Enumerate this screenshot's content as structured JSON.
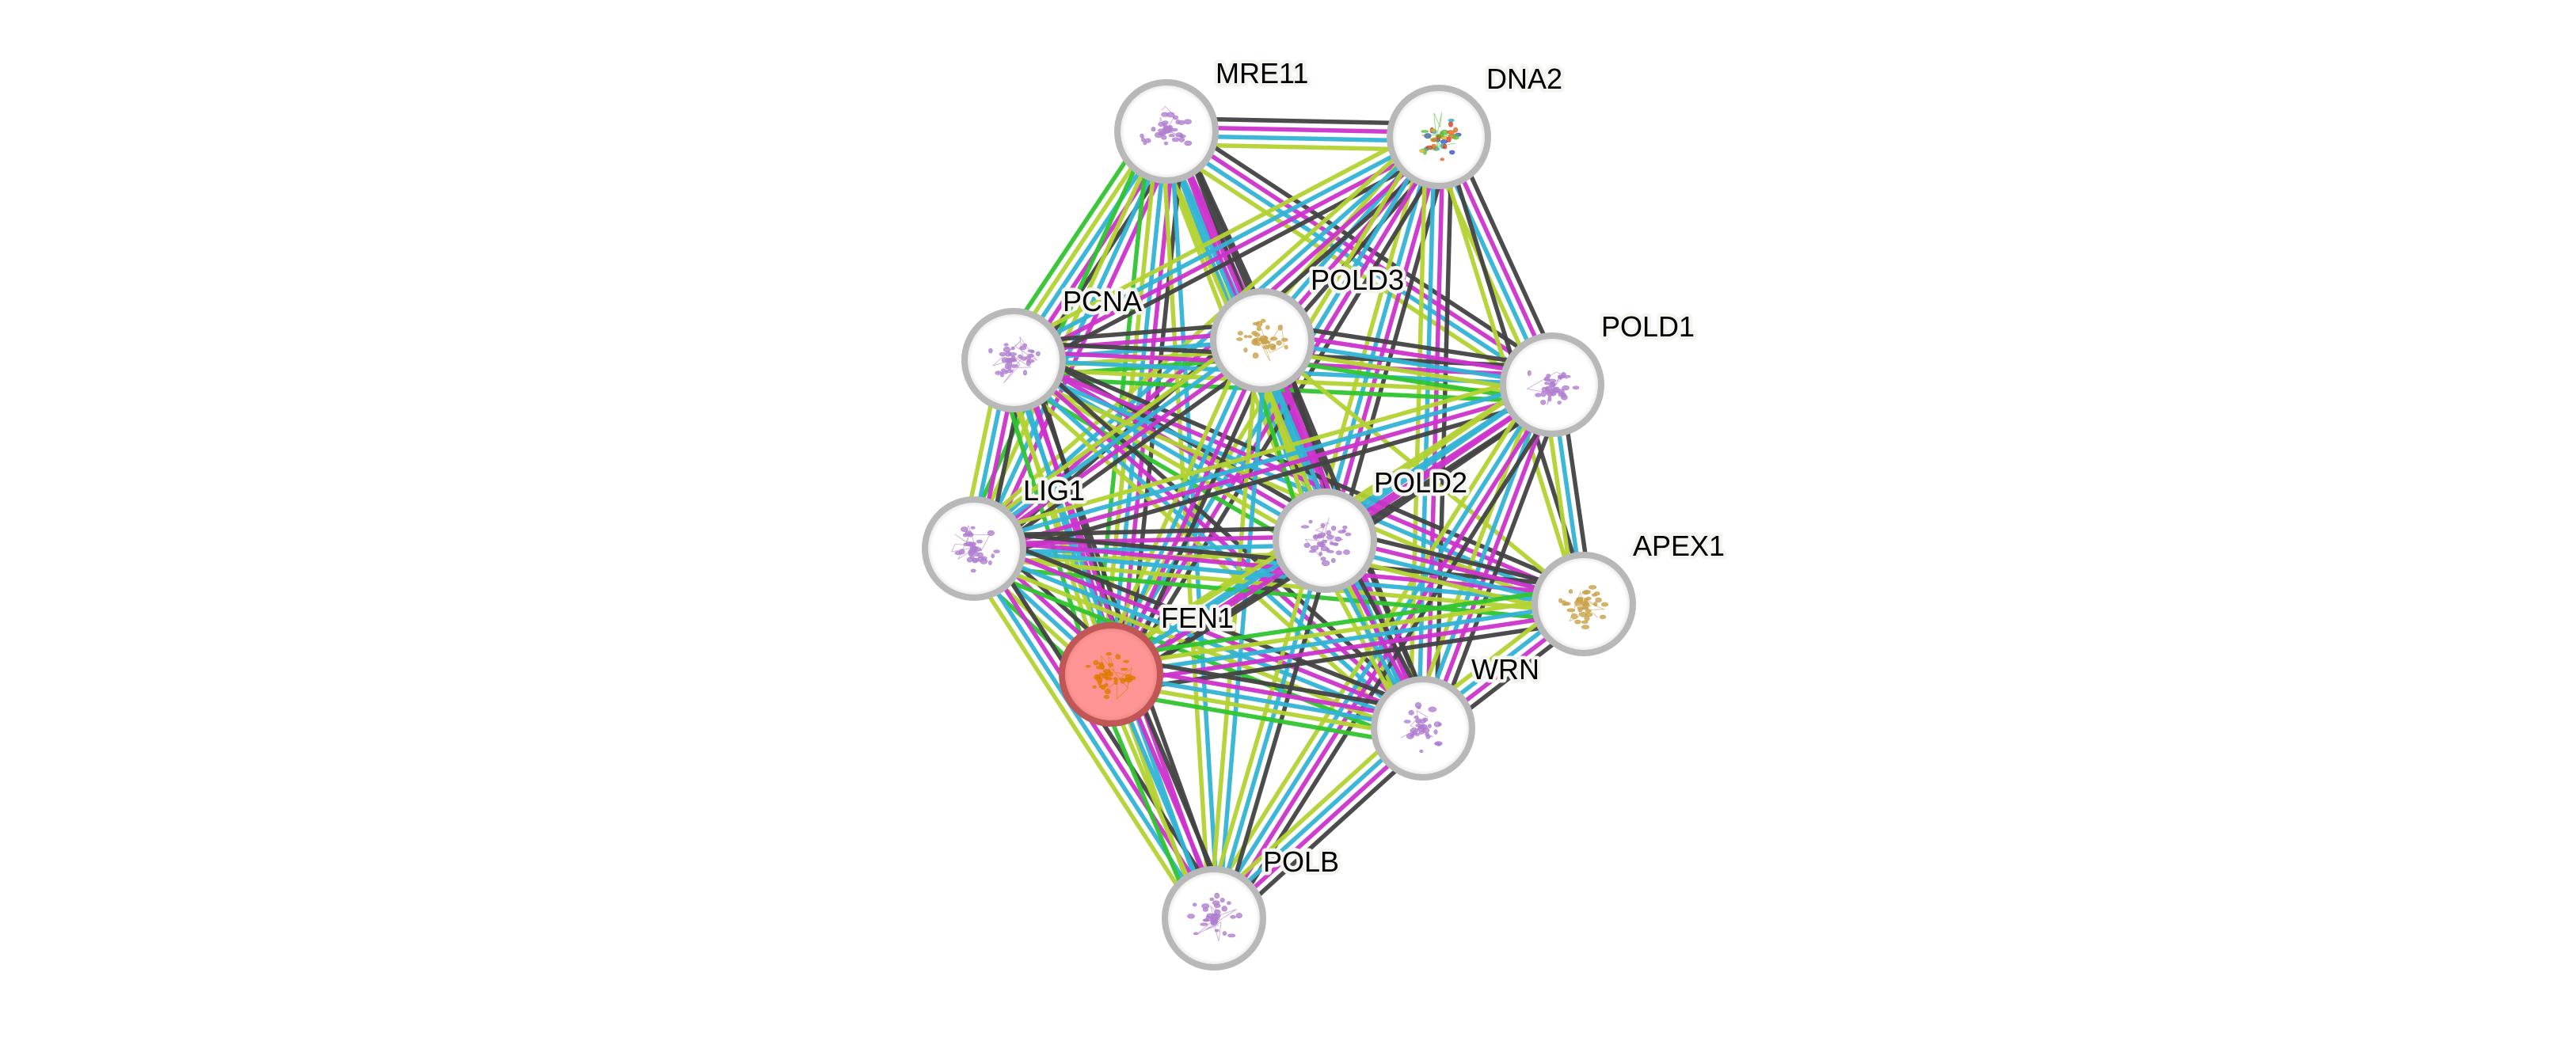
{
  "network": {
    "query_protein": "FEN1",
    "edge_colors": {
      "coexpression": "#424242",
      "experiments": "#cc33cc",
      "databases": "#33b3d5",
      "textmining": "#b3d233",
      "neighborhood": "#2fc42f"
    },
    "node_style": {
      "query_fill": "#ff9494",
      "query_ring": "#c05656",
      "default_fill": "#ffffff",
      "default_ring": "#b8b8b8"
    },
    "nodes": [
      {
        "id": "MRE11",
        "label": "MRE11",
        "structure_color": "#b07fd0",
        "query": false
      },
      {
        "id": "DNA2",
        "label": "DNA2",
        "structure_color": "multicolor",
        "query": false
      },
      {
        "id": "PCNA",
        "label": "PCNA",
        "structure_color": "#b07fd0",
        "query": false
      },
      {
        "id": "POLD3",
        "label": "POLD3",
        "structure_color": "#c9a24a",
        "query": false
      },
      {
        "id": "POLD1",
        "label": "POLD1",
        "structure_color": "#b07fd0",
        "query": false
      },
      {
        "id": "LIG1",
        "label": "LIG1",
        "structure_color": "#b07fd0",
        "query": false
      },
      {
        "id": "POLD2",
        "label": "POLD2",
        "structure_color": "#b07fd0",
        "query": false
      },
      {
        "id": "APEX1",
        "label": "APEX1",
        "structure_color": "#c9a24a",
        "query": false
      },
      {
        "id": "FEN1",
        "label": "FEN1",
        "structure_color": "#e07b00",
        "query": true
      },
      {
        "id": "WRN",
        "label": "WRN",
        "structure_color": "#b07fd0",
        "query": false
      },
      {
        "id": "POLB",
        "label": "POLB",
        "structure_color": "#b07fd0",
        "query": false
      }
    ],
    "edges": [
      {
        "a": "MRE11",
        "b": "DNA2",
        "types": [
          "coexpression",
          "experiments",
          "databases",
          "textmining"
        ]
      },
      {
        "a": "MRE11",
        "b": "PCNA",
        "types": [
          "textmining",
          "databases",
          "neighborhood",
          "coexpression",
          "experiments"
        ]
      },
      {
        "a": "MRE11",
        "b": "POLD3",
        "types": [
          "coexpression",
          "experiments",
          "databases",
          "textmining"
        ]
      },
      {
        "a": "MRE11",
        "b": "POLD1",
        "types": [
          "coexpression",
          "experiments",
          "databases",
          "textmining"
        ]
      },
      {
        "a": "MRE11",
        "b": "LIG1",
        "types": [
          "textmining",
          "databases",
          "experiments",
          "neighborhood"
        ]
      },
      {
        "a": "MRE11",
        "b": "POLD2",
        "types": [
          "coexpression",
          "experiments",
          "databases",
          "textmining"
        ]
      },
      {
        "a": "MRE11",
        "b": "FEN1",
        "types": [
          "coexpression",
          "experiments",
          "databases",
          "textmining",
          "neighborhood"
        ]
      },
      {
        "a": "MRE11",
        "b": "WRN",
        "types": [
          "coexpression",
          "experiments",
          "databases",
          "textmining"
        ]
      },
      {
        "a": "MRE11",
        "b": "POLB",
        "types": [
          "textmining",
          "databases"
        ]
      },
      {
        "a": "DNA2",
        "b": "PCNA",
        "types": [
          "coexpression",
          "experiments",
          "databases",
          "textmining"
        ]
      },
      {
        "a": "DNA2",
        "b": "POLD3",
        "types": [
          "coexpression",
          "experiments",
          "databases",
          "textmining"
        ]
      },
      {
        "a": "DNA2",
        "b": "POLD1",
        "types": [
          "coexpression",
          "experiments",
          "databases",
          "textmining"
        ]
      },
      {
        "a": "DNA2",
        "b": "LIG1",
        "types": [
          "coexpression",
          "experiments",
          "databases",
          "textmining"
        ]
      },
      {
        "a": "DNA2",
        "b": "POLD2",
        "types": [
          "coexpression",
          "experiments",
          "databases",
          "textmining"
        ]
      },
      {
        "a": "DNA2",
        "b": "FEN1",
        "types": [
          "coexpression",
          "experiments",
          "databases",
          "textmining"
        ]
      },
      {
        "a": "DNA2",
        "b": "WRN",
        "types": [
          "coexpression",
          "experiments",
          "databases",
          "textmining"
        ]
      },
      {
        "a": "DNA2",
        "b": "APEX1",
        "types": [
          "coexpression",
          "textmining"
        ]
      },
      {
        "a": "PCNA",
        "b": "POLD3",
        "types": [
          "textmining",
          "neighborhood",
          "coexpression",
          "experiments",
          "databases"
        ]
      },
      {
        "a": "PCNA",
        "b": "POLD1",
        "types": [
          "textmining",
          "neighborhood",
          "coexpression",
          "experiments",
          "databases"
        ]
      },
      {
        "a": "PCNA",
        "b": "LIG1",
        "types": [
          "coexpression",
          "experiments",
          "databases",
          "textmining"
        ]
      },
      {
        "a": "PCNA",
        "b": "POLD2",
        "types": [
          "coexpression",
          "experiments",
          "databases",
          "textmining",
          "neighborhood"
        ]
      },
      {
        "a": "PCNA",
        "b": "APEX1",
        "types": [
          "coexpression",
          "experiments",
          "databases",
          "textmining"
        ]
      },
      {
        "a": "PCNA",
        "b": "FEN1",
        "types": [
          "coexpression",
          "experiments",
          "databases",
          "textmining",
          "neighborhood"
        ]
      },
      {
        "a": "PCNA",
        "b": "WRN",
        "types": [
          "coexpression",
          "experiments",
          "databases",
          "textmining"
        ]
      },
      {
        "a": "PCNA",
        "b": "POLB",
        "types": [
          "coexpression",
          "experiments",
          "databases",
          "textmining"
        ]
      },
      {
        "a": "POLD3",
        "b": "POLD1",
        "types": [
          "textmining",
          "neighborhood",
          "coexpression",
          "experiments",
          "databases"
        ]
      },
      {
        "a": "POLD3",
        "b": "LIG1",
        "types": [
          "coexpression",
          "experiments",
          "databases",
          "textmining"
        ]
      },
      {
        "a": "POLD3",
        "b": "POLD2",
        "types": [
          "coexpression",
          "experiments",
          "databases",
          "textmining",
          "neighborhood"
        ]
      },
      {
        "a": "POLD3",
        "b": "FEN1",
        "types": [
          "coexpression",
          "experiments",
          "databases",
          "textmining"
        ]
      },
      {
        "a": "POLD3",
        "b": "WRN",
        "types": [
          "coexpression",
          "experiments",
          "databases",
          "textmining"
        ]
      },
      {
        "a": "POLD3",
        "b": "APEX1",
        "types": [
          "textmining"
        ]
      },
      {
        "a": "POLD3",
        "b": "POLB",
        "types": [
          "textmining",
          "databases"
        ]
      },
      {
        "a": "POLD1",
        "b": "LIG1",
        "types": [
          "coexpression",
          "experiments",
          "databases",
          "textmining"
        ]
      },
      {
        "a": "POLD1",
        "b": "POLD2",
        "types": [
          "coexpression",
          "experiments",
          "databases",
          "textmining"
        ]
      },
      {
        "a": "POLD1",
        "b": "APEX1",
        "types": [
          "textmining",
          "databases",
          "coexpression"
        ]
      },
      {
        "a": "POLD1",
        "b": "FEN1",
        "types": [
          "coexpression",
          "experiments",
          "databases",
          "textmining"
        ]
      },
      {
        "a": "POLD1",
        "b": "WRN",
        "types": [
          "coexpression",
          "experiments",
          "databases",
          "textmining"
        ]
      },
      {
        "a": "POLD1",
        "b": "POLB",
        "types": [
          "coexpression",
          "experiments",
          "databases",
          "textmining"
        ]
      },
      {
        "a": "LIG1",
        "b": "POLD2",
        "types": [
          "coexpression",
          "experiments",
          "databases",
          "textmining"
        ]
      },
      {
        "a": "LIG1",
        "b": "APEX1",
        "types": [
          "coexpression",
          "experiments",
          "databases",
          "textmining",
          "neighborhood"
        ]
      },
      {
        "a": "LIG1",
        "b": "FEN1",
        "types": [
          "coexpression",
          "experiments",
          "databases",
          "textmining",
          "neighborhood"
        ]
      },
      {
        "a": "LIG1",
        "b": "WRN",
        "types": [
          "coexpression",
          "experiments",
          "databases",
          "textmining",
          "neighborhood"
        ]
      },
      {
        "a": "LIG1",
        "b": "POLB",
        "types": [
          "coexpression",
          "experiments",
          "databases",
          "textmining"
        ]
      },
      {
        "a": "POLD2",
        "b": "APEX1",
        "types": [
          "coexpression",
          "experiments",
          "databases",
          "textmining"
        ]
      },
      {
        "a": "POLD2",
        "b": "FEN1",
        "types": [
          "coexpression",
          "experiments",
          "databases",
          "textmining"
        ]
      },
      {
        "a": "POLD2",
        "b": "WRN",
        "types": [
          "coexpression",
          "experiments",
          "databases",
          "textmining"
        ]
      },
      {
        "a": "POLD2",
        "b": "POLB",
        "types": [
          "coexpression",
          "databases",
          "textmining"
        ]
      },
      {
        "a": "APEX1",
        "b": "FEN1",
        "types": [
          "coexpression",
          "experiments",
          "databases",
          "textmining",
          "neighborhood"
        ]
      },
      {
        "a": "APEX1",
        "b": "WRN",
        "types": [
          "coexpression",
          "experiments",
          "databases",
          "textmining"
        ]
      },
      {
        "a": "FEN1",
        "b": "WRN",
        "types": [
          "coexpression",
          "experiments",
          "databases",
          "textmining",
          "neighborhood"
        ]
      },
      {
        "a": "FEN1",
        "b": "POLB",
        "types": [
          "coexpression",
          "experiments",
          "databases",
          "textmining",
          "neighborhood"
        ]
      },
      {
        "a": "WRN",
        "b": "POLB",
        "types": [
          "coexpression",
          "experiments",
          "databases",
          "textmining"
        ]
      }
    ]
  }
}
